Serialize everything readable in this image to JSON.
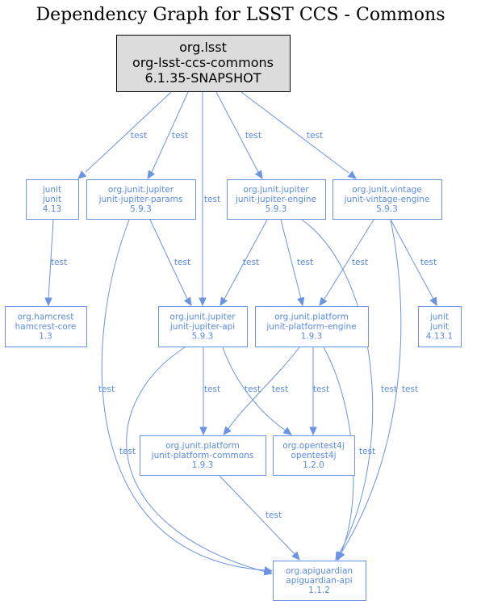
{
  "title": "Dependency Graph for LSST CCS - Commons",
  "colors": {
    "node_text": "#5b8be0",
    "edge": "#6b93e6",
    "root_fill": "#dcdcdc"
  },
  "nodes": {
    "root": [
      "org.lsst",
      "org-lsst-ccs-commons",
      "6.1.35-SNAPSHOT"
    ],
    "junit413": [
      "junit",
      "junit",
      "4.13"
    ],
    "params": [
      "org.junit.jupiter",
      "junit-jupiter-params",
      "5.9.3"
    ],
    "engine": [
      "org.junit.jupiter",
      "junit-jupiter-engine",
      "5.9.3"
    ],
    "vintage": [
      "org.junit.vintage",
      "junit-vintage-engine",
      "5.9.3"
    ],
    "hamcrest": [
      "org.hamcrest",
      "hamcrest-core",
      "1.3"
    ],
    "api": [
      "org.junit.jupiter",
      "junit-jupiter-api",
      "5.9.3"
    ],
    "platformEngine": [
      "org.junit.platform",
      "junit-platform-engine",
      "1.9.3"
    ],
    "junit4131": [
      "junit",
      "junit",
      "4.13.1"
    ],
    "commons": [
      "org.junit.platform",
      "junit-platform-commons",
      "1.9.3"
    ],
    "opentest4j": [
      "org.opentest4j",
      "opentest4j",
      "1.2.0"
    ],
    "apiguardian": [
      "org.apiguardian",
      "apiguardian-api",
      "1.1.2"
    ]
  },
  "edge_label": "test"
}
